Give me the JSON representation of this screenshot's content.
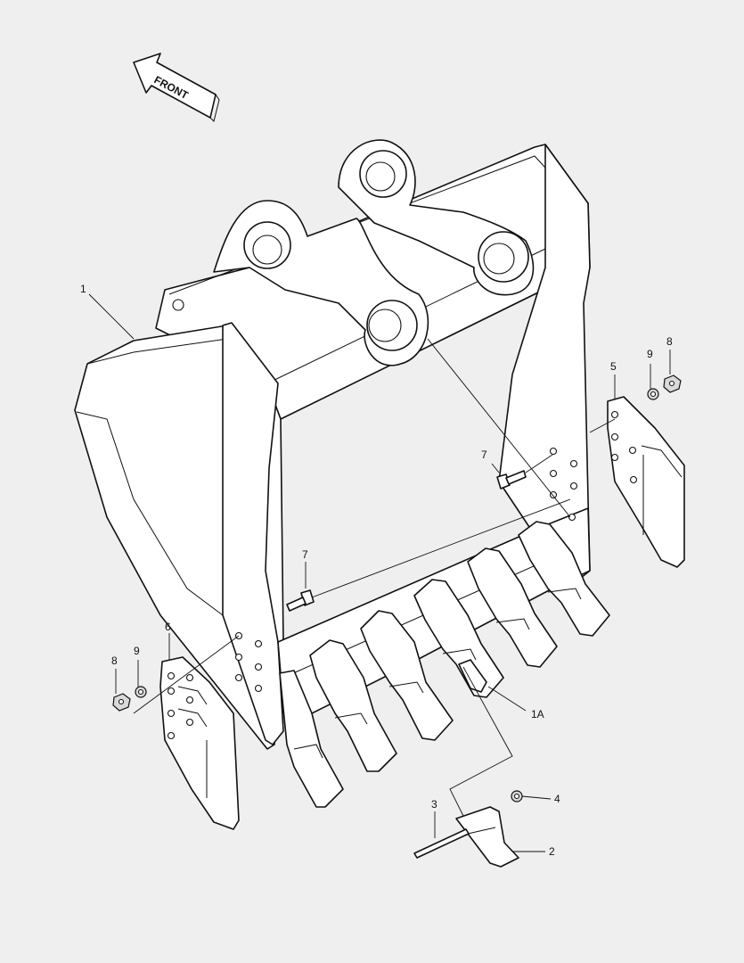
{
  "front_label": "FRONT",
  "callouts": {
    "bucket": "1",
    "tooth_assembly": "1A",
    "tooth": "2",
    "pin": "3",
    "lock_washer": "4",
    "side_cutter_right": "5",
    "side_cutter_left": "6",
    "bolt_right": "7",
    "bolt_left": "7",
    "nut_right": "8",
    "nut_left": "8",
    "washer_right": "9",
    "washer_left": "9"
  },
  "colors": {
    "background": "#efefef",
    "line": "#111111",
    "part_fill": "#ffffff"
  }
}
